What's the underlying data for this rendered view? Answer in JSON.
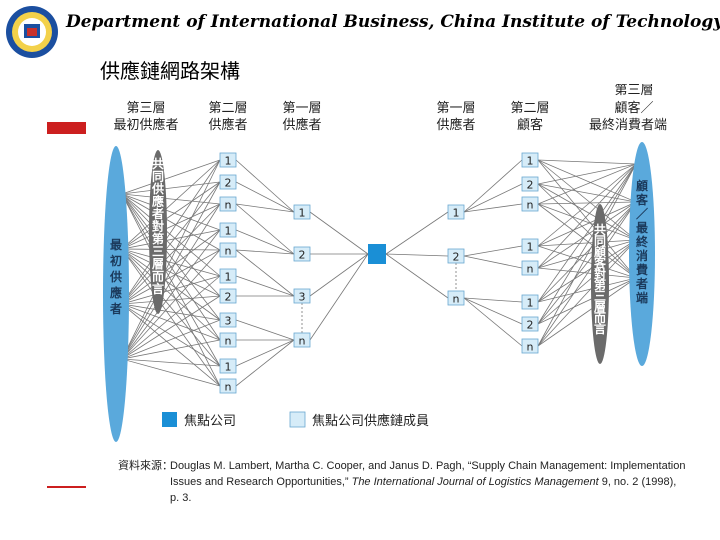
{
  "header": {
    "title": "Department of International Business, China Institute of Technology"
  },
  "slide": {
    "subtitle": "供應鏈網路架構"
  },
  "diagram": {
    "col_headers": [
      {
        "line1": "第三層",
        "line2": "最初供應者"
      },
      {
        "line1": "第二層",
        "line2": "供應者"
      },
      {
        "line1": "第一層",
        "line2": "供應者"
      },
      {
        "line1": "第一層",
        "line2": "供應者"
      },
      {
        "line1": "第二層",
        "line2": "顧客"
      },
      {
        "line1": "第三層",
        "line2": "顧客／",
        "line3": "最終消費者端"
      }
    ],
    "left_big_label": "最初供應者",
    "left_small_label": "共同供應者對第三層而言",
    "right_big_label": "顧客／最終消費者端",
    "right_small_label": "共同顧客對第三層而言",
    "tier2_sup_nodes": [
      "1",
      "2",
      "n",
      "1",
      "n",
      "1",
      "2",
      "3",
      "n",
      "1",
      "n"
    ],
    "tier1_sup_nodes": [
      "1",
      "2",
      "3",
      "n"
    ],
    "tier1_cust_nodes": [
      "1",
      "2",
      "n"
    ],
    "tier2_cust_nodes": [
      "1",
      "2",
      "n",
      "1",
      "n",
      "1",
      "2",
      "n"
    ],
    "legend": {
      "focal": "焦點公司",
      "member": "焦點公司供應鏈成員"
    },
    "colors": {
      "focal": "#1a8fd6",
      "member": "#d6ecf8",
      "ellipse": "#5aa9dc",
      "ellipse_dark": "#6b6b6b"
    },
    "source": {
      "label": "資料來源：",
      "text_a": "Douglas M. Lambert, Martha C. Cooper, and Janus D. Pagh, “Supply Chain Management: Implementation Issues and Research Opportunities,” ",
      "journal": "The International Journal of Logistics Management",
      "text_b": " 9, no. 2 (1998), p. 3."
    }
  }
}
